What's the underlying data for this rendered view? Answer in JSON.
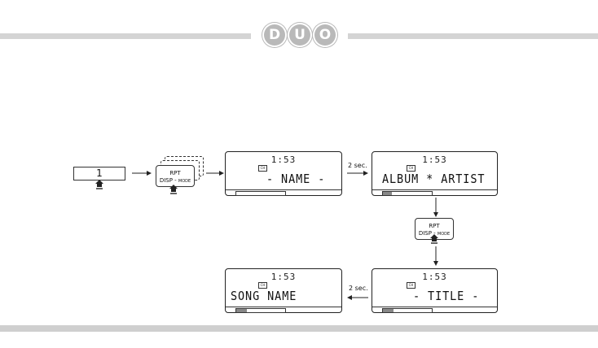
{
  "header": {
    "logo_letters": [
      "D",
      "U",
      "O"
    ],
    "logo_color": "#b9b9b9",
    "bar_color": "#d4d4d4"
  },
  "track_display": {
    "value": "1"
  },
  "buttons": [
    {
      "line1": "RPT",
      "line2_main": "DISP - ",
      "line2_mode": "MODE"
    },
    {
      "line1": "RPT",
      "line2_main": "DISP - ",
      "line2_mode": "MODE"
    }
  ],
  "panels": [
    {
      "clock": "1:53",
      "ch": "CH",
      "text": "- NAME -",
      "meter_level": 0.0
    },
    {
      "clock": "1:53",
      "ch": "CH",
      "text": "ALBUM * ARTIST",
      "meter_level": 0.18
    },
    {
      "clock": "1:53",
      "ch": "CH",
      "text": "- TITLE -",
      "meter_level": 0.22
    },
    {
      "clock": "1:53",
      "ch": "CH",
      "text": "SONG NAME",
      "meter_level": 0.22
    }
  ],
  "labels": {
    "delay_top": "2 sec.",
    "delay_bottom": "2 sec."
  },
  "icons": [
    "hand-press-icon",
    "arrow-right-icon",
    "arrow-down-icon",
    "arrow-left-icon"
  ]
}
